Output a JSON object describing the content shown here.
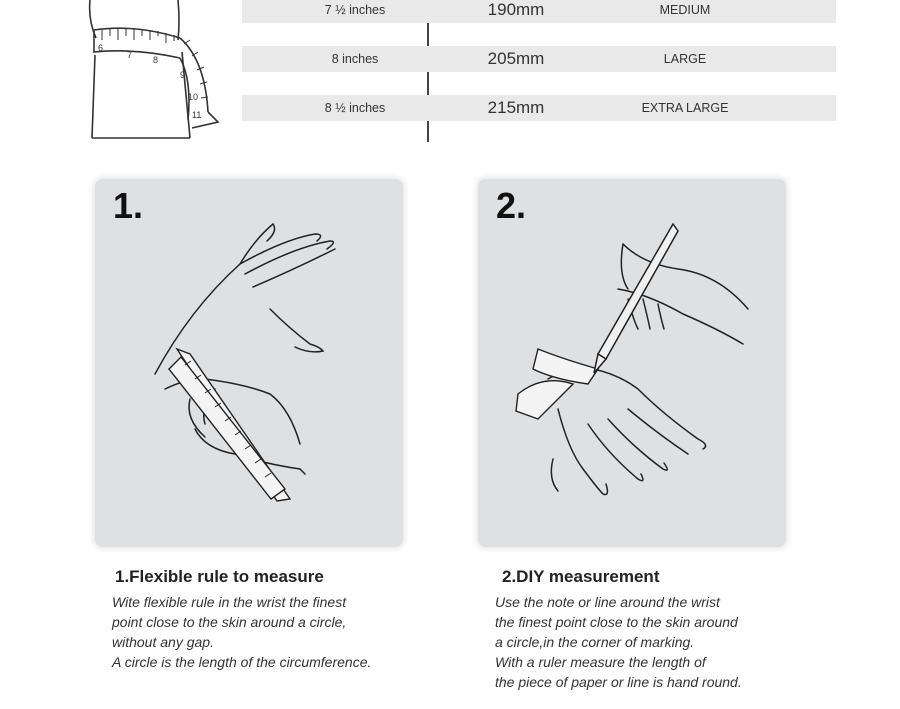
{
  "size_table": {
    "rows": [
      {
        "wrist": "7 ½ inches",
        "length": "190mm",
        "size": "MEDIUM"
      },
      {
        "wrist": "8 inches",
        "length": "205mm",
        "size": "LARGE"
      },
      {
        "wrist": "8 ½ inches",
        "length": "215mm",
        "size": "EXTRA LARGE"
      }
    ]
  },
  "methods": [
    {
      "number": "1.",
      "title": "1.Flexible rule to measure",
      "lines": [
        "Wite flexible rule in the wrist the finest",
        "point close to the skin around a circle,",
        "without any gap.",
        "A circle is the length of the circumference."
      ]
    },
    {
      "number": "2.",
      "title": "2.DIY measurement",
      "lines": [
        "Use the note or line around the wrist",
        "the finest point close to the skin around",
        "a circle,in the corner of marking.",
        "With a ruler measure the length of",
        "the piece of paper or line is hand round."
      ]
    }
  ],
  "tape_ticks": [
    "6",
    "7",
    "8",
    "9",
    "10",
    "11"
  ]
}
